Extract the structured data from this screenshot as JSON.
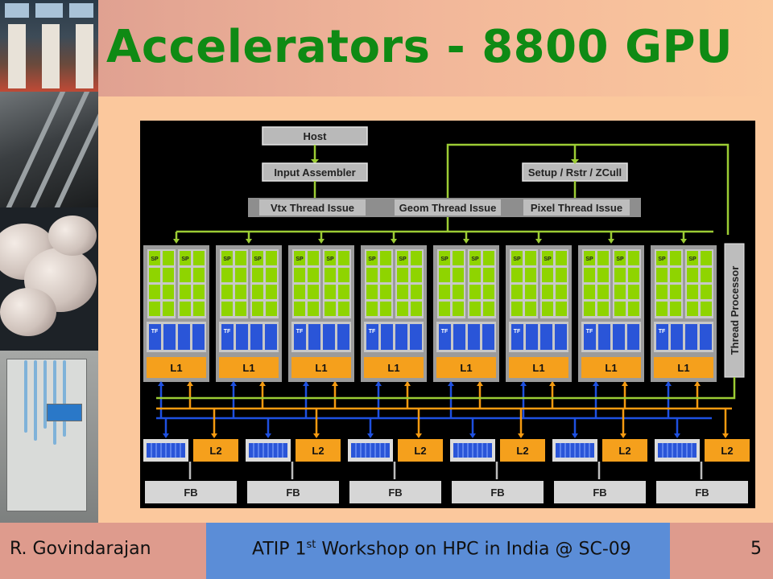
{
  "slide": {
    "title": "Accelerators - 8800 GPU",
    "footer": {
      "author": "R. Govindarajan",
      "workshop_pre": "ATIP 1",
      "workshop_sup": "st",
      "workshop_post": " Workshop on HPC in India @ SC-09",
      "page": "5"
    }
  },
  "diagram": {
    "host": "Host",
    "input_assembler": "Input Assembler",
    "setup": "Setup / Rstr / ZCull",
    "thread_issue": [
      "Vtx Thread Issue",
      "Geom Thread Issue",
      "Pixel Thread Issue"
    ],
    "thread_processor": "Thread Processor",
    "sp_label": "SP",
    "tf_label": "TF",
    "l1_label": "L1",
    "l2_label": "L2",
    "fb_label": "FB",
    "cluster_count": 8,
    "partition_count": 6
  },
  "colors": {
    "title": "#0f8a14",
    "sp_green": "#8fd400",
    "tf_blue": "#2a55d8",
    "cache_orange": "#f5a01c",
    "link_green": "#9ccc34",
    "link_blue": "#1e50e0",
    "link_orange": "#f59a10"
  }
}
